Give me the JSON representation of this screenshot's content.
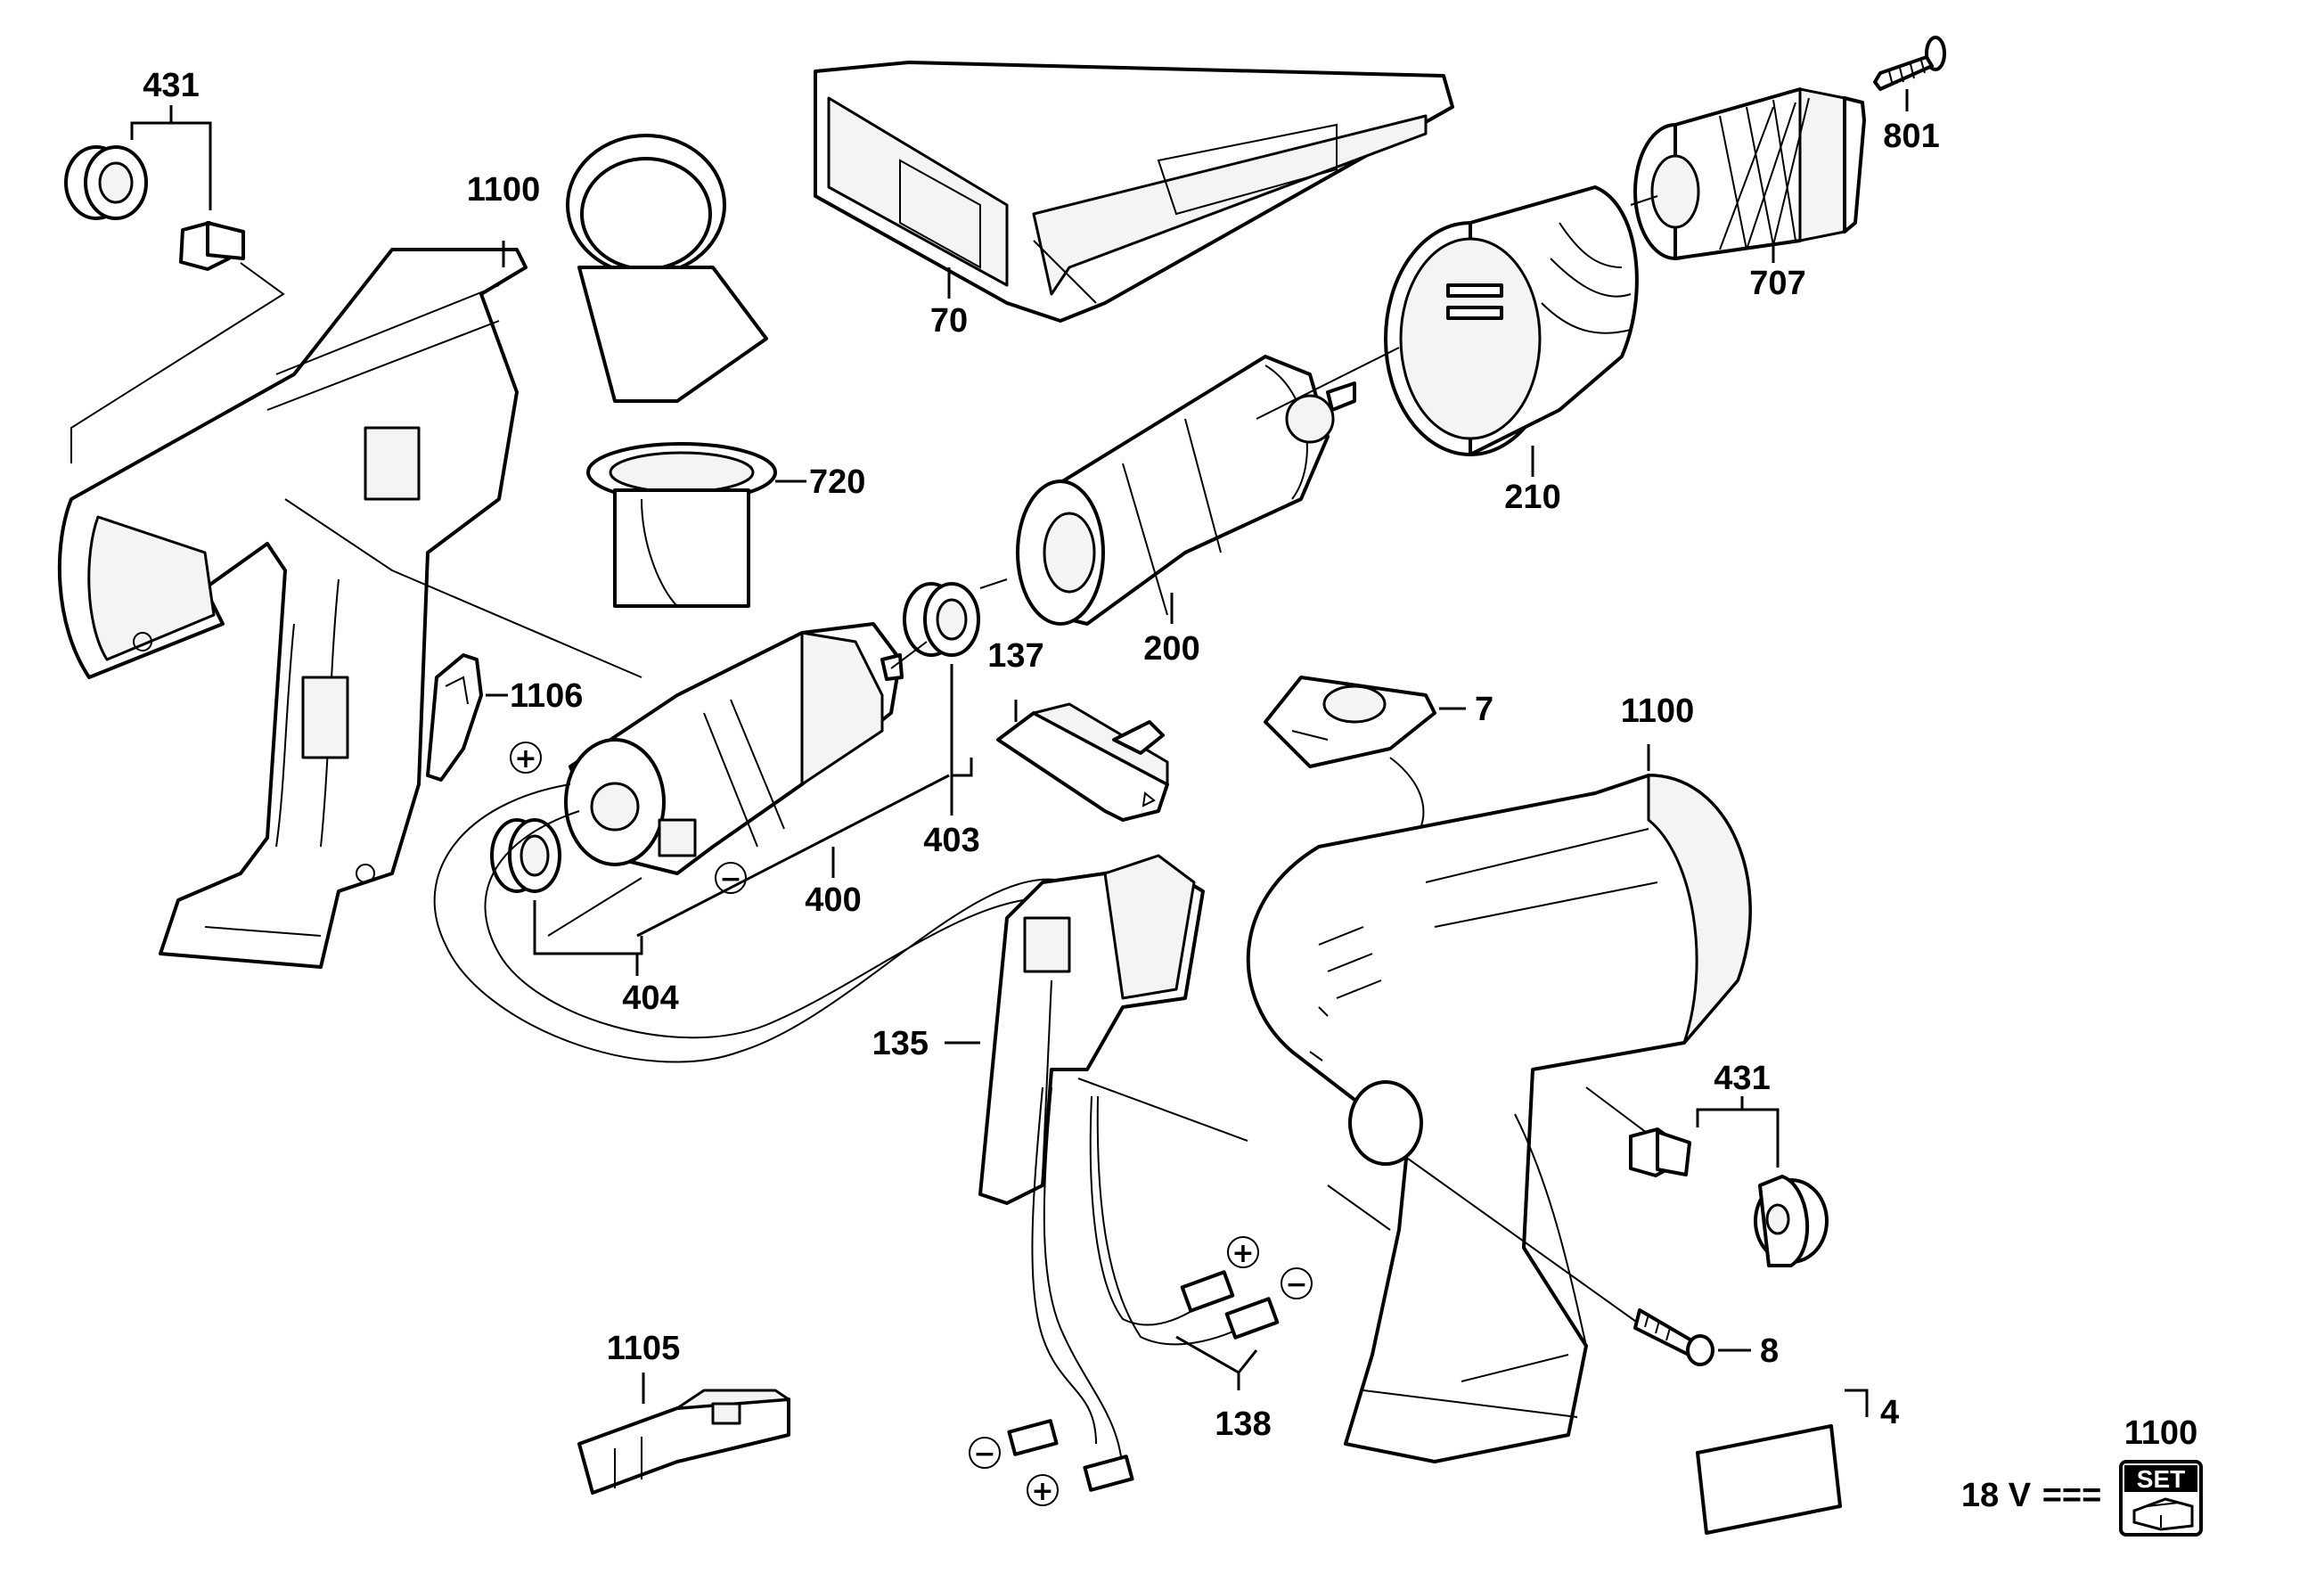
{
  "diagram": {
    "part_labels": {
      "p431_top": "431",
      "p1100_housing_left": "1100",
      "p720": "720",
      "p70": "70",
      "p801": "801",
      "p707": "707",
      "p210": "210",
      "p200": "200",
      "p1106": "1106",
      "p137": "137",
      "p7": "7",
      "p1100_housing_right": "1100",
      "p403": "403",
      "p400": "400",
      "p404": "404",
      "p135": "135",
      "p431_right": "431",
      "p8": "8",
      "p1105": "1105",
      "p138": "138",
      "p4": "4",
      "p1100_set": "1100"
    },
    "polarity": {
      "plus": "+",
      "minus": "−"
    },
    "set_badge": {
      "voltage": "18 V",
      "dc_symbol": "===",
      "badge_text": "SET"
    }
  }
}
